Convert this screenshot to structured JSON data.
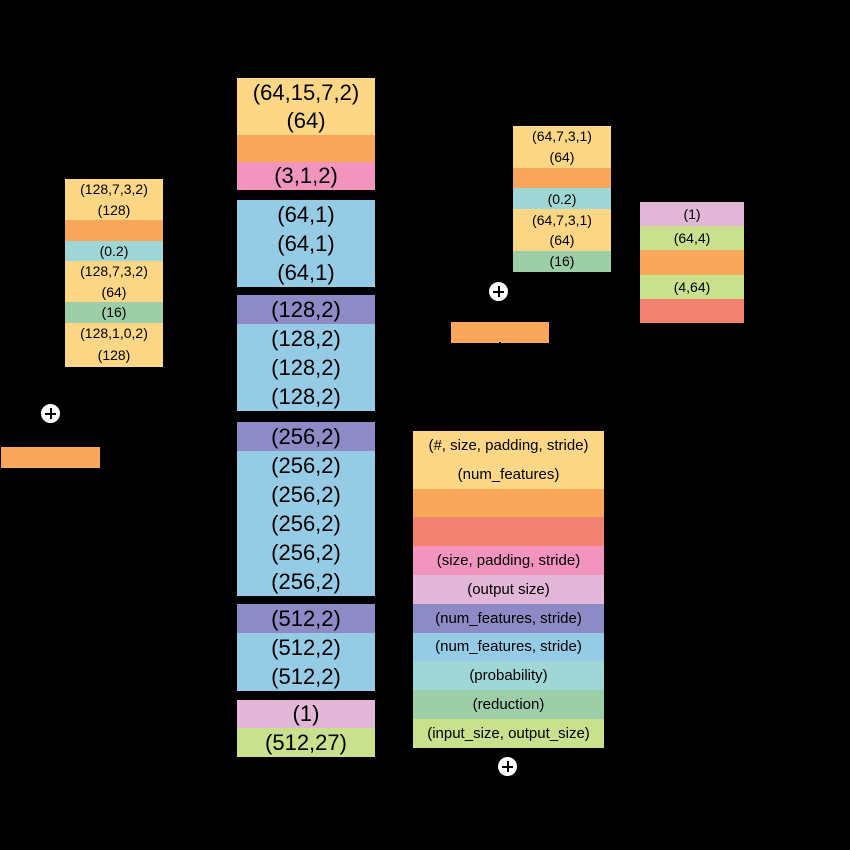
{
  "colors": {
    "yellow": "#fdd785",
    "orange": "#f9a85b",
    "salmon": "#f38371",
    "pink": "#f294bd",
    "lavender": "#e2b6d6",
    "purple": "#8d8ac6",
    "blue": "#96cbe6",
    "teal": "#9fd7d6",
    "green": "#9ccfa8",
    "lime": "#c9e18c"
  },
  "main_stack": {
    "stem": [
      {
        "label": "(64,15,7,2)",
        "color": "yellow"
      },
      {
        "label": "(64)",
        "color": "yellow"
      },
      {
        "label": "",
        "color": "orange"
      },
      {
        "label": "(3,1,2)",
        "color": "pink"
      }
    ],
    "stage1": [
      {
        "label": "(64,1)",
        "color": "blue"
      },
      {
        "label": "(64,1)",
        "color": "blue"
      },
      {
        "label": "(64,1)",
        "color": "blue"
      }
    ],
    "stage2": [
      {
        "label": "(128,2)",
        "color": "purple"
      },
      {
        "label": "(128,2)",
        "color": "blue"
      },
      {
        "label": "(128,2)",
        "color": "blue"
      },
      {
        "label": "(128,2)",
        "color": "blue"
      }
    ],
    "stage3": [
      {
        "label": "(256,2)",
        "color": "purple"
      },
      {
        "label": "(256,2)",
        "color": "blue"
      },
      {
        "label": "(256,2)",
        "color": "blue"
      },
      {
        "label": "(256,2)",
        "color": "blue"
      },
      {
        "label": "(256,2)",
        "color": "blue"
      },
      {
        "label": "(256,2)",
        "color": "blue"
      }
    ],
    "stage4": [
      {
        "label": "(512,2)",
        "color": "purple"
      },
      {
        "label": "(512,2)",
        "color": "blue"
      },
      {
        "label": "(512,2)",
        "color": "blue"
      }
    ],
    "head": [
      {
        "label": "(1)",
        "color": "lavender"
      },
      {
        "label": "(512,27)",
        "color": "lime"
      }
    ]
  },
  "left_block": [
    {
      "label": "(128,7,3,2)",
      "color": "yellow"
    },
    {
      "label": "(128)",
      "color": "yellow"
    },
    {
      "label": "",
      "color": "orange"
    },
    {
      "label": "(0.2)",
      "color": "teal"
    },
    {
      "label": "(128,7,3,2)",
      "color": "yellow"
    },
    {
      "label": "(64)",
      "color": "yellow"
    },
    {
      "label": "(16)",
      "color": "green"
    },
    {
      "label": "(128,1,0,2)",
      "color": "yellow"
    },
    {
      "label": "(128)",
      "color": "yellow"
    }
  ],
  "right_block": [
    {
      "label": "(64,7,3,1)",
      "color": "yellow"
    },
    {
      "label": "(64)",
      "color": "yellow"
    },
    {
      "label": "",
      "color": "orange"
    },
    {
      "label": "(0.2)",
      "color": "teal"
    },
    {
      "label": "(64,7,3,1)",
      "color": "yellow"
    },
    {
      "label": "(64)",
      "color": "yellow"
    },
    {
      "label": "(16)",
      "color": "green"
    }
  ],
  "attention_block": [
    {
      "label": "(1)",
      "color": "lavender"
    },
    {
      "label": "(64,4)",
      "color": "lime"
    },
    {
      "label": "",
      "color": "orange"
    },
    {
      "label": "(4,64)",
      "color": "lime"
    },
    {
      "label": "",
      "color": "salmon"
    }
  ],
  "legend": [
    {
      "label": "(#, size, padding, stride)",
      "color": "yellow"
    },
    {
      "label": "(num_features)",
      "color": "yellow"
    },
    {
      "label": "",
      "color": "orange"
    },
    {
      "label": "",
      "color": "salmon"
    },
    {
      "label": "(size, padding, stride)",
      "color": "pink"
    },
    {
      "label": "(output size)",
      "color": "lavender"
    },
    {
      "label": "(num_features, stride)",
      "color": "purple"
    },
    {
      "label": "(num_features, stride)",
      "color": "blue"
    },
    {
      "label": "(probability)",
      "color": "teal"
    },
    {
      "label": "(reduction)",
      "color": "green"
    },
    {
      "label": "(input_size, output_size)",
      "color": "lime"
    }
  ],
  "bars": [
    {
      "color": "orange"
    },
    {
      "color": "orange"
    }
  ]
}
